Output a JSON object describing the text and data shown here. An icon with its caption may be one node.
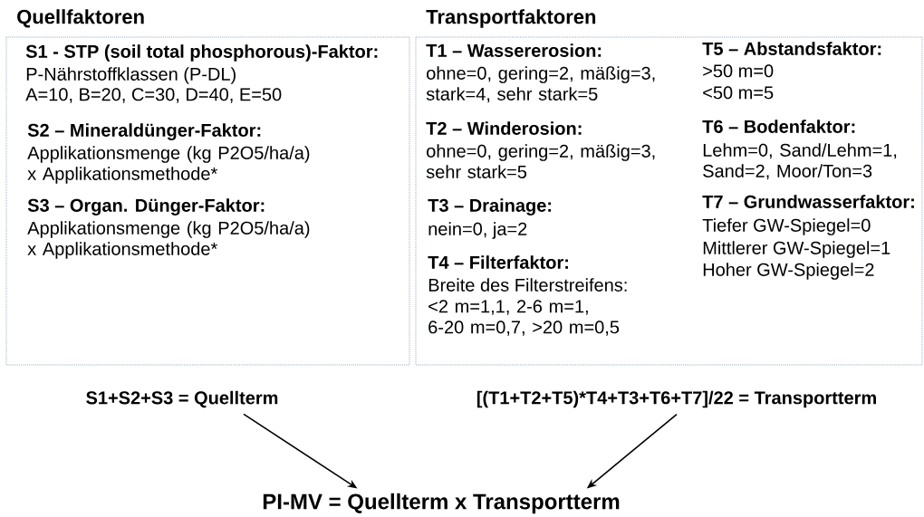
{
  "diagram": {
    "nodes": [
      {
        "text": [
          "Quellfaktoren",
          "S1 - STP (soil total phosphorous)-Faktor:",
          "P-Nährstoffklassen (P-DL)",
          "A=10, B=20, C=30, D=40, E=50",
          "S2 – Mineraldünger-Faktor:",
          "Applikationsmenge (kg P2O5/ha/a) x Applikationsmethode*",
          "S3 – Organ. Dünger-Faktor:",
          "Applikationsmenge (kg P2O5/ha/a) x Applikationsmethode*"
        ]
      },
      {
        "text": [
          "Transportfaktoren",
          "T1 – Wassererosion:",
          "ohne=0, gering=2, mäßig=3, stark=4, sehr stark=5",
          "T2 – Winderosion:",
          "ohne=0, gering=2, mäßig=3, sehr stark=5",
          "T3 – Drainage:",
          "nein=0, ja=2",
          "T4 – Filterfaktor:",
          "Breite des Filterstreifens:",
          "<2 m=1,1, 2-6 m=1, 6-20 m=0,7, >20 m=0,5",
          "T5 – Abstandsfaktor:",
          ">50 m=0",
          "<50 m=5",
          "T6 – Bodenfaktor:",
          "Lehm=0, Sand/Lehm=1, Sand=2, Moor/Ton=3",
          "T7 – Grundwasserfaktor:",
          "Tiefer GW-Spiegel=0",
          "Mittlerer GW-Spiegel=1",
          "Hoher GW-Spiegel=2"
        ]
      },
      {
        "text": [
          "S1+S2+S3 = Quellterm"
        ]
      },
      {
        "text": [
          "[(T1+T2+T5)*T4+T3+T6+T7]/22 = Transportterm"
        ]
      },
      {
        "text": [
          "PI-MV = Quellterm x Transportterm"
        ]
      }
    ],
    "edges": [
      {
        "from": 2,
        "to": 4,
        "arrow": "to"
      },
      {
        "from": 3,
        "to": 4,
        "arrow": "to"
      }
    ]
  }
}
